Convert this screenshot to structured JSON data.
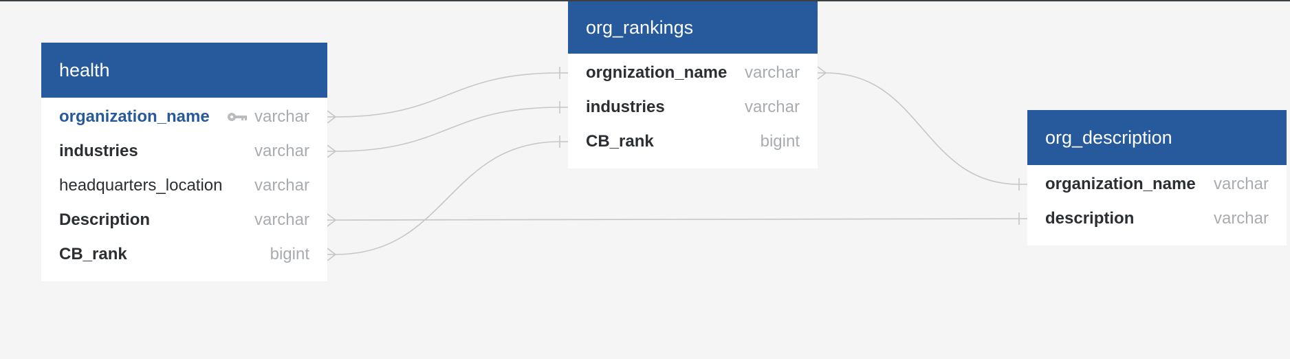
{
  "tables": [
    {
      "name": "health",
      "columns": [
        {
          "name": "organization_name",
          "type": "varchar",
          "bold": true,
          "primary_key": true
        },
        {
          "name": "industries",
          "type": "varchar",
          "bold": true,
          "primary_key": false
        },
        {
          "name": "headquarters_location",
          "type": "varchar",
          "bold": false,
          "primary_key": false
        },
        {
          "name": "Description",
          "type": "varchar",
          "bold": true,
          "primary_key": false
        },
        {
          "name": "CB_rank",
          "type": "bigint",
          "bold": true,
          "primary_key": false
        }
      ]
    },
    {
      "name": "org_rankings",
      "columns": [
        {
          "name": "orgnization_name",
          "type": "varchar",
          "bold": true,
          "primary_key": false
        },
        {
          "name": "industries",
          "type": "varchar",
          "bold": true,
          "primary_key": false
        },
        {
          "name": "CB_rank",
          "type": "bigint",
          "bold": true,
          "primary_key": false
        }
      ]
    },
    {
      "name": "org_description",
      "columns": [
        {
          "name": "organization_name",
          "type": "varchar",
          "bold": true,
          "primary_key": false
        },
        {
          "name": "description",
          "type": "varchar",
          "bold": true,
          "primary_key": false
        }
      ]
    }
  ],
  "relationships": [
    {
      "from": {
        "table": 0,
        "column": 0,
        "end": "many"
      },
      "to": {
        "table": 1,
        "column": 0,
        "end": "one"
      }
    },
    {
      "from": {
        "table": 0,
        "column": 1,
        "end": "many"
      },
      "to": {
        "table": 1,
        "column": 1,
        "end": "one"
      }
    },
    {
      "from": {
        "table": 0,
        "column": 4,
        "end": "many"
      },
      "to": {
        "table": 1,
        "column": 2,
        "end": "one"
      }
    },
    {
      "from": {
        "table": 0,
        "column": 3,
        "end": "many"
      },
      "to": {
        "table": 2,
        "column": 1,
        "end": "one"
      }
    },
    {
      "from": {
        "table": 1,
        "column": 0,
        "end": "many"
      },
      "to": {
        "table": 2,
        "column": 0,
        "end": "one"
      }
    }
  ],
  "colors": {
    "header": "#27599d",
    "primary_key_text": "#27599d",
    "edge": "#c4c6c8",
    "background": "#f4f5f4"
  }
}
